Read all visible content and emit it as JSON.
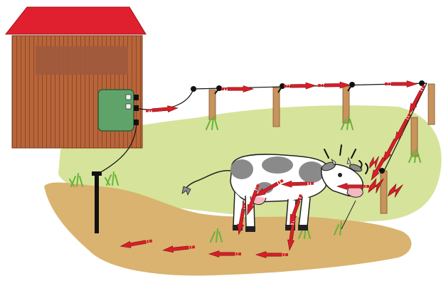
{
  "diagram": {
    "colors": {
      "background": "#ffffff",
      "grass": "#d6e39a",
      "soil": "#d9b36f",
      "barn_wall": "#b8653a",
      "barn_roof": "#e0202e",
      "energizer": "#5fa36a",
      "post": "#c9935c",
      "current_arrow": "#d81e28",
      "cow_spots": "#8a8a8a"
    },
    "objects": [
      "barn",
      "fence-energizer",
      "ground-rod",
      "fence-wire",
      "fence-posts",
      "cow"
    ],
    "current_flow": [
      "energizer-out",
      "fence-wire",
      "cow-nose",
      "cow-body",
      "soil",
      "ground-rod",
      "energizer-in"
    ]
  }
}
